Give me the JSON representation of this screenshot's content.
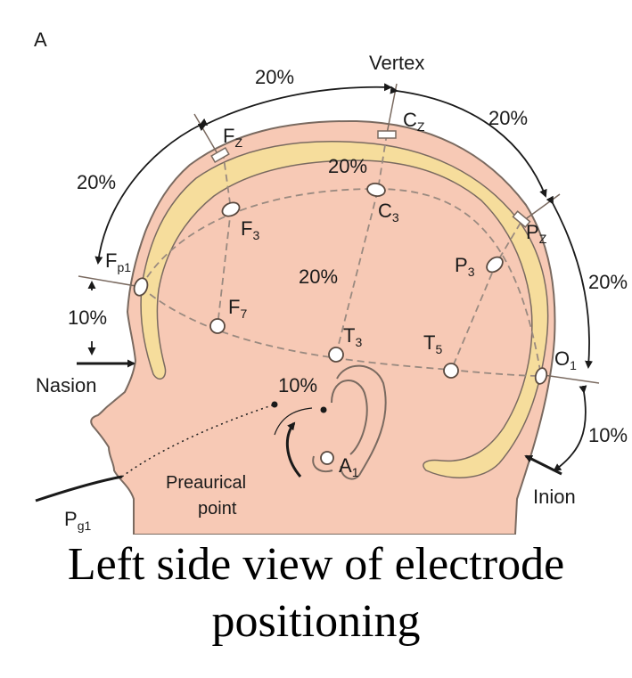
{
  "panel_label": "A",
  "landmarks": {
    "vertex": "Vertex",
    "nasion": "Nasion",
    "inion": "Inion",
    "preauricular": [
      "Preaurical",
      "point"
    ]
  },
  "percentages": {
    "fz_cz": "20%",
    "cz_pz": "20%",
    "fp1_fz": "20%",
    "arc_top": "20%",
    "mid": "20%",
    "pz_o1": "20%",
    "nasion_fp1": "10%",
    "ear": "10%",
    "inion_o1": "10%"
  },
  "electrodes": {
    "fp1": {
      "base": "F",
      "sub": "p1"
    },
    "fz": {
      "base": "F",
      "sub": "Z"
    },
    "cz": {
      "base": "C",
      "sub": "Z"
    },
    "pz": {
      "base": "P",
      "sub": "Z"
    },
    "f3": {
      "base": "F",
      "sub": "3"
    },
    "c3": {
      "base": "C",
      "sub": "3"
    },
    "p3": {
      "base": "P",
      "sub": "3"
    },
    "f7": {
      "base": "F",
      "sub": "7"
    },
    "t3": {
      "base": "T",
      "sub": "3"
    },
    "t5": {
      "base": "T",
      "sub": "5"
    },
    "o1": {
      "base": "O",
      "sub": "1"
    },
    "a1": {
      "base": "A",
      "sub": "1"
    },
    "pg1": {
      "base": "P",
      "sub": "g1"
    }
  },
  "caption": {
    "line1": "Left side view of electrode",
    "line2": "positioning"
  },
  "colors": {
    "skin": "#f7c9b5",
    "cortex_band": "#f6dd9c",
    "outline": "#7a6a60",
    "dashed": "#9a8a80",
    "arrows": "#1a1a1a"
  }
}
